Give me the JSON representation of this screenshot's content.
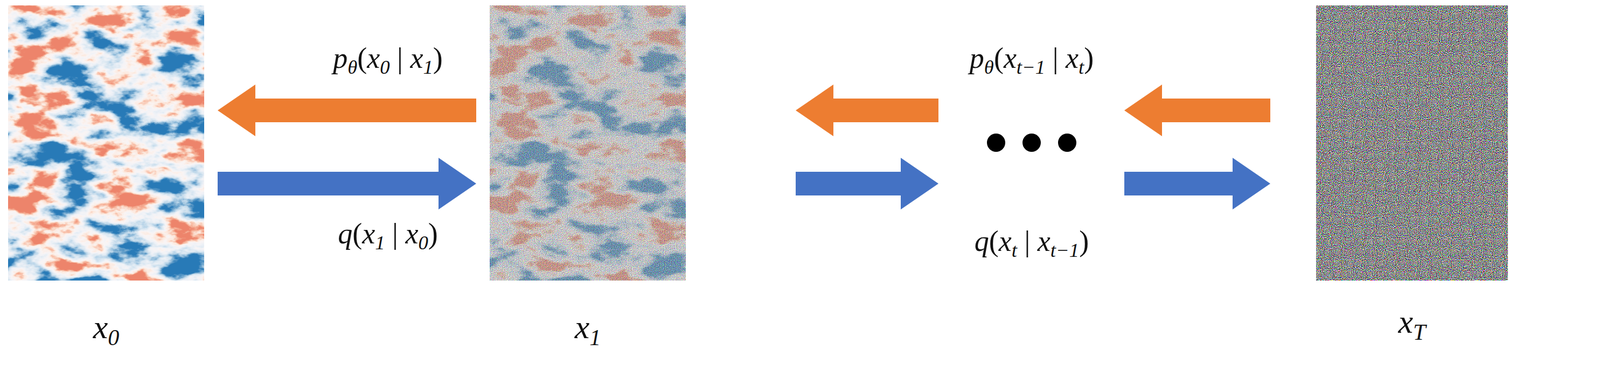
{
  "diagram": {
    "nodes": [
      {
        "text": [
          "x0"
        ]
      },
      {
        "text": [
          "x1"
        ]
      },
      {
        "text": [
          "xT"
        ]
      }
    ],
    "edges": [
      {
        "from": 1,
        "to": 0,
        "arrow": "to",
        "label": "pθ(x0 | x1)"
      },
      {
        "from": 0,
        "to": 1,
        "arrow": "to",
        "label": "q(x1 | x0)"
      }
    ],
    "labels": [
      "pθ(xt−1 | xt)",
      "q(xt | xt−1)"
    ]
  }
}
